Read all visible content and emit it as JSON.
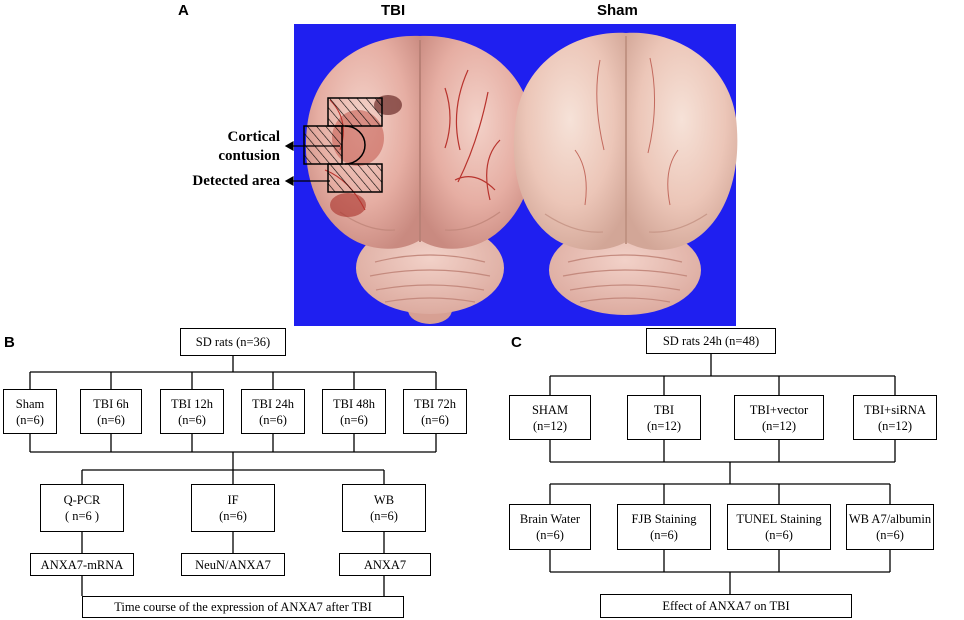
{
  "panelA": {
    "letter": "A",
    "tbi_title": "TBI",
    "sham_title": "Sham",
    "annotations": {
      "cortical_line1": "Cortical",
      "cortical_line2": "contusion",
      "detected": "Detected area"
    },
    "colors": {
      "background": "#1f1ff0",
      "tissue": "#e9b8ae",
      "vessel": "#b8332d"
    }
  },
  "panelB": {
    "letter": "B",
    "top": "SD rats (n=36)",
    "groups": [
      {
        "name": "Sham",
        "n": "(n=6)"
      },
      {
        "name": "TBI  6h",
        "n": "(n=6)"
      },
      {
        "name": "TBI 12h",
        "n": "(n=6)"
      },
      {
        "name": "TBI 24h",
        "n": "(n=6)"
      },
      {
        "name": "TBI 48h",
        "n": "(n=6)"
      },
      {
        "name": "TBI 72h",
        "n": "(n=6)"
      }
    ],
    "methods": [
      {
        "name": "Q-PCR",
        "n": "( n=6 )"
      },
      {
        "name": "IF",
        "n": "(n=6)"
      },
      {
        "name": "WB",
        "n": "(n=6)"
      }
    ],
    "targets": [
      "ANXA7-mRNA",
      "NeuN/ANXA7",
      "ANXA7"
    ],
    "bottom": "Time course of the  expression of ANXA7 after TBI"
  },
  "panelC": {
    "letter": "C",
    "top": "SD rats 24h (n=48)",
    "groups": [
      {
        "name": "SHAM",
        "n": "(n=12)"
      },
      {
        "name": "TBI",
        "n": "(n=12)"
      },
      {
        "name": "TBI+vector",
        "n": "(n=12)"
      },
      {
        "name": "TBI+siRNA",
        "n": "(n=12)"
      }
    ],
    "assays": [
      {
        "name": "Brain Water",
        "n": "(n=6)"
      },
      {
        "name": "FJB Staining",
        "n": "(n=6)"
      },
      {
        "name": "TUNEL Staining",
        "n": "(n=6)"
      },
      {
        "name": "WB A7/albumin",
        "n": "(n=6)"
      }
    ],
    "bottom": "Effect of ANXA7 on TBI"
  }
}
